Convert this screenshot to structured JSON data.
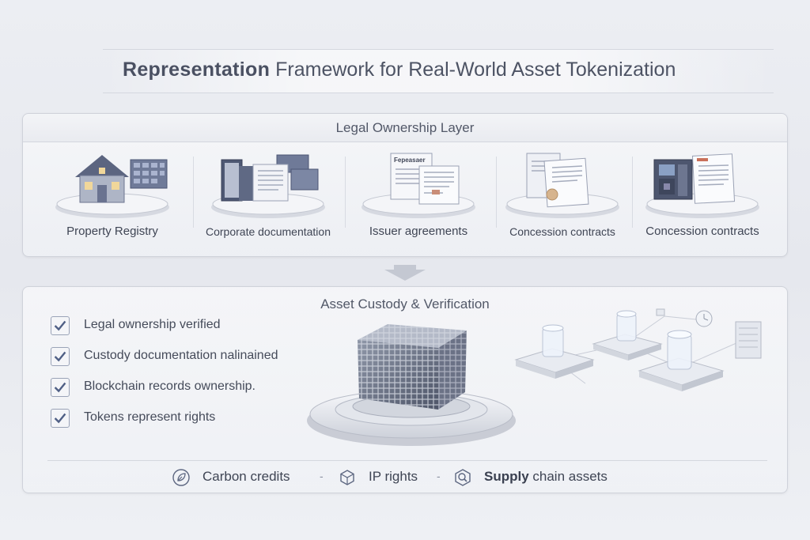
{
  "title": {
    "part1": "Representation",
    "part2": "Framework for Real-World Asset Tokenization"
  },
  "legal_layer": {
    "title": "Legal Ownership Layer",
    "items": [
      {
        "label": "Property Registry",
        "icon": "house-icon"
      },
      {
        "label": "Corporate documentation",
        "icon": "documents-icon"
      },
      {
        "label": "Issuer agreements",
        "icon": "agreement-icon"
      },
      {
        "label": "Concession contracts",
        "icon": "contract-icon"
      },
      {
        "label": "Concession contracts",
        "icon": "contract-machine-icon"
      }
    ],
    "document_header_text": "Fepeasaer"
  },
  "custody": {
    "title": "Asset Custody & Verification",
    "checks": [
      {
        "label": "Legal ownership verified",
        "checked": true
      },
      {
        "label": "Custody documentation nalinained",
        "checked": true
      },
      {
        "label": "Blockchain records ownership.",
        "checked": true
      },
      {
        "label": "Tokens represent rights",
        "checked": true
      }
    ]
  },
  "asset_classes": [
    {
      "bold": "",
      "label": "Carbon credits",
      "icon": "leaf-icon"
    },
    {
      "bold": "",
      "label": "IP rights",
      "icon": "cube-icon"
    },
    {
      "bold": "Supply",
      "label": " chain assets",
      "icon": "search-icon"
    }
  ],
  "separators": [
    "-",
    "-"
  ],
  "colors": {
    "accent": "#5b6a8c",
    "checkmark": "#4f5f85",
    "panel_border": "#cfd2da"
  }
}
